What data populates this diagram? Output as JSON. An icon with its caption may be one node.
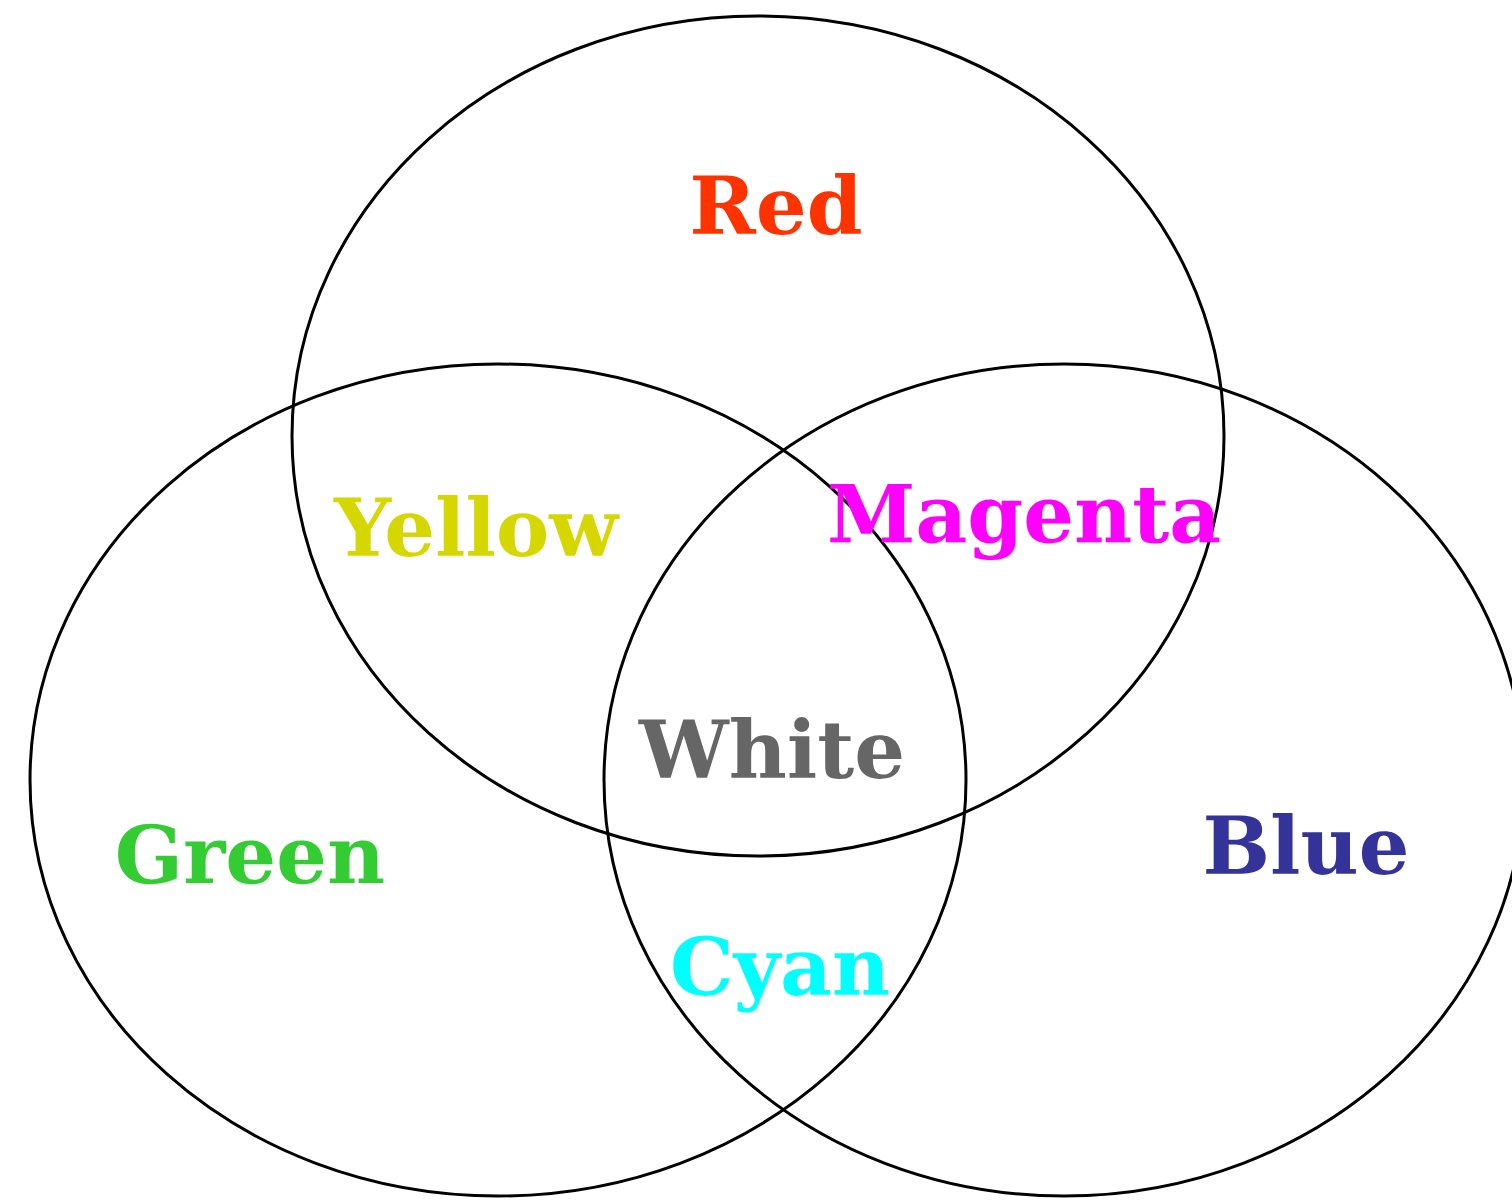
{
  "diagram": {
    "nodes": [
      {
        "text": [
          "Red"
        ]
      },
      {
        "text": [
          "Green"
        ]
      },
      {
        "text": [
          "Blue"
        ]
      }
    ],
    "labels": [
      "Yellow",
      "Magenta",
      "White",
      "Cyan"
    ]
  }
}
